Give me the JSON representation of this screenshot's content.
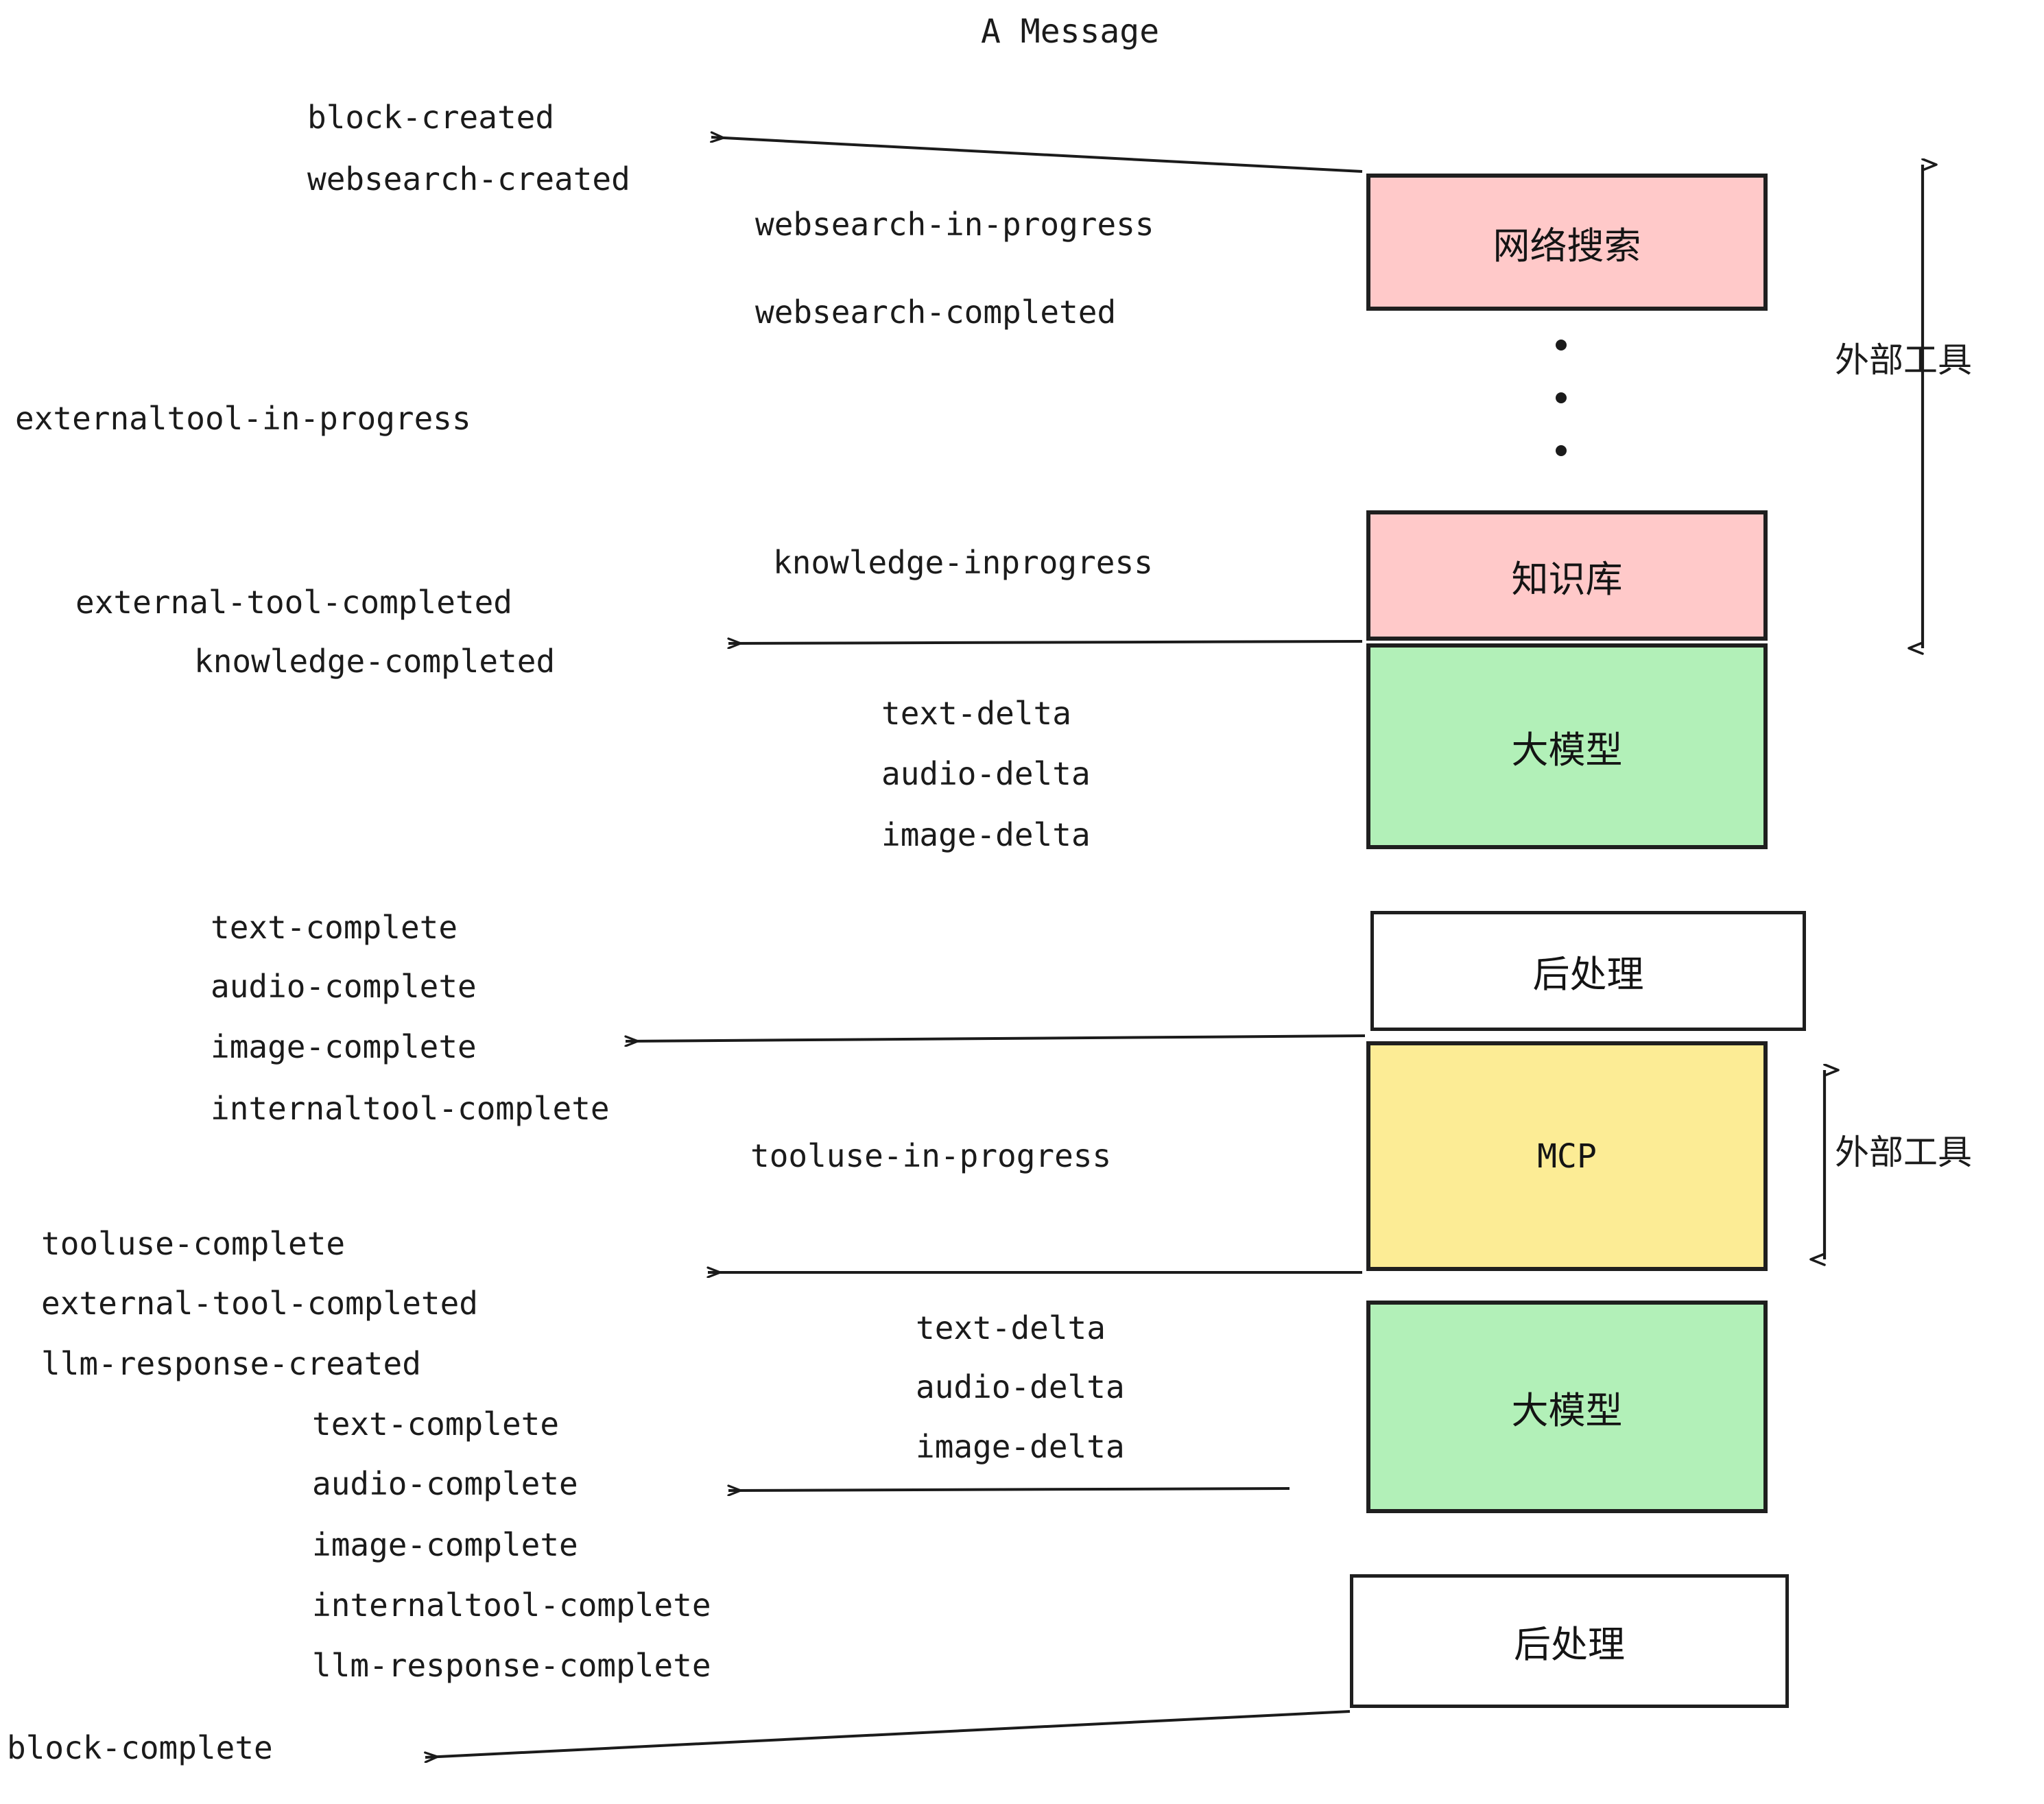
{
  "diagram": {
    "title": "A Message",
    "colors": {
      "pink": "#FFC9C9",
      "green": "#B2F0B8",
      "yellow": "#FCEC95",
      "white": "#FFFFFF",
      "stroke": "#1F1F1F",
      "text": "#1B1B1B"
    },
    "boxes": [
      {
        "id": "websearch",
        "label": "网络搜索",
        "fill": "pink"
      },
      {
        "id": "knowledge",
        "label": "知识库",
        "fill": "pink"
      },
      {
        "id": "llm-1",
        "label": "大模型",
        "fill": "green"
      },
      {
        "id": "postproc-1",
        "label": "后处理",
        "fill": "white"
      },
      {
        "id": "mcp",
        "label": "MCP",
        "fill": "yellow"
      },
      {
        "id": "llm-2",
        "label": "大模型",
        "fill": "green"
      },
      {
        "id": "postproc-2",
        "label": "后处理",
        "fill": "white"
      }
    ],
    "side_labels": [
      {
        "id": "external-tools-top",
        "label": "外部工具"
      },
      {
        "id": "external-tools-bottom",
        "label": "外部工具"
      }
    ],
    "events": {
      "block_created": "block-created",
      "websearch_created": "websearch-created",
      "websearch_in_progress": "websearch-in-progress",
      "websearch_completed": "websearch-completed",
      "externaltool_in_progress": "externaltool-in-progress",
      "knowledge_inprogress": "knowledge-inprogress",
      "external_tool_completed_1": "external-tool-completed",
      "knowledge_completed": "knowledge-completed",
      "text_delta_1": "text-delta",
      "audio_delta_1": "audio-delta",
      "image_delta_1": "image-delta",
      "text_complete_1": "text-complete",
      "audio_complete_1": "audio-complete",
      "image_complete_1": "image-complete",
      "internaltool_complete_1": "internaltool-complete",
      "tooluse_in_progress": "tooluse-in-progress",
      "tooluse_complete": "tooluse-complete",
      "external_tool_completed_2": "external-tool-completed",
      "llm_response_created": "llm-response-created",
      "text_delta_2": "text-delta",
      "audio_delta_2": "audio-delta",
      "image_delta_2": "image-delta",
      "text_complete_2": "text-complete",
      "audio_complete_2": "audio-complete",
      "image_complete_2": "image-complete",
      "internaltool_complete_2": "internaltool-complete",
      "llm_response_complete": "llm-response-complete",
      "block_complete": "block-complete"
    }
  }
}
